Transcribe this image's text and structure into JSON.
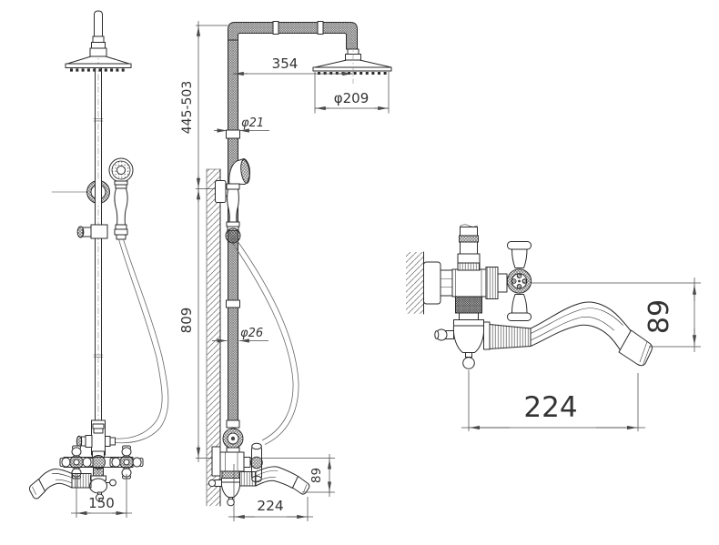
{
  "drawing": {
    "type": "technical-dimension-drawing",
    "subject": "wall-mounted shower column with rain head, hand shower and tub spout",
    "background_color": "#ffffff",
    "line_color": "#2b2b2b",
    "dimension_color": "#4a4a4a",
    "dimensions": {
      "front": {
        "handle_spacing": "150"
      },
      "side": {
        "head_offset": "354",
        "head_diameter": "φ209",
        "upper_pipe_diameter": "φ21",
        "height_adjust_range": "445-503",
        "rail_height": "809",
        "lower_pipe_diameter": "φ26",
        "spout_drop": "89",
        "spout_reach": "224"
      },
      "detail": {
        "spout_drop": "89",
        "spout_reach": "224"
      }
    }
  }
}
